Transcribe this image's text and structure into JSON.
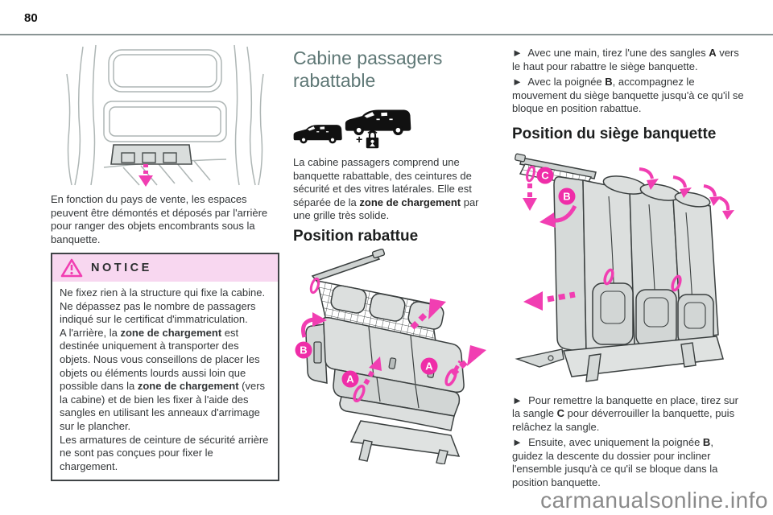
{
  "page": {
    "number": "80",
    "watermark": "carmanualsonline.info"
  },
  "colors": {
    "accent_pink": "#f13eb2",
    "label_circle": "#ef2da8",
    "notice_header_bg": "#f8d7f0",
    "title_teal": "#5e7775",
    "header_rule": "#8a9595",
    "watermark_gray": "#8a8a8a"
  },
  "icons": {
    "notice": "warning-triangle-icon",
    "vans": "van-silhouette-icon",
    "lock": "child-lock-icon",
    "plus": "+"
  },
  "left": {
    "intro": "En fonction du pays de vente, les espaces peuvent être démontés et déposés par l'arrière pour ranger des objets encombrants sous la banquette.",
    "notice": {
      "title": "NOTICE",
      "body": [
        {
          "text": "Ne fixez rien à la structure qui fixe la cabine. Ne dépassez pas le nombre de passagers indiqué sur le certificat d'immatriculation.\nA l'arrière, la "
        },
        {
          "text": "zone de chargement",
          "bold": true
        },
        {
          "text": " est destinée uniquement à transporter des objets. Nous vous conseillons de placer les objets ou éléments lourds aussi loin que possible dans la "
        },
        {
          "text": "zone de chargement",
          "bold": true
        },
        {
          "text": " (vers la cabine) et de bien les fixer à l'aide des sangles en utilisant les anneaux d'arrimage sur le plancher.\nLes armatures de ceinture de sécurité arrière ne sont pas conçues pour fixer le chargement."
        }
      ]
    }
  },
  "middle": {
    "title": "Cabine passagers rabattable",
    "plus": "+",
    "intro": [
      {
        "text": "La cabine passagers comprend une banquette rabattable, des ceintures de sécurité et des vitres latérales. Elle est séparée de la "
      },
      {
        "text": "zone de chargement",
        "bold": true
      },
      {
        "text": " par une grille très solide."
      }
    ],
    "heading": "Position rabattue",
    "labels": {
      "a": "A",
      "b": "B"
    }
  },
  "right": {
    "steps_top": [
      [
        {
          "text": "►  Avec une main, tirez l'une des sangles "
        },
        {
          "text": "A",
          "bold": true
        },
        {
          "text": " vers le haut pour rabattre le siège banquette."
        }
      ],
      [
        {
          "text": "►  Avec la poignée "
        },
        {
          "text": "B",
          "bold": true
        },
        {
          "text": ", accompagnez le mouvement du siège banquette jusqu'à ce qu'il se bloque en position rabattue."
        }
      ]
    ],
    "heading": "Position du siège banquette",
    "labels": {
      "b": "B",
      "c": "C"
    },
    "steps_bottom": [
      [
        {
          "text": "►  Pour remettre la banquette en place, tirez sur la sangle "
        },
        {
          "text": "C",
          "bold": true
        },
        {
          "text": " pour déverrouiller la banquette, puis relâchez la sangle."
        }
      ],
      [
        {
          "text": "►  Ensuite, avec uniquement la poignée "
        },
        {
          "text": "B",
          "bold": true
        },
        {
          "text": ", guidez la descente du dossier pour incliner l'ensemble jusqu'à ce qu'il se bloque dans la position banquette."
        }
      ]
    ]
  }
}
